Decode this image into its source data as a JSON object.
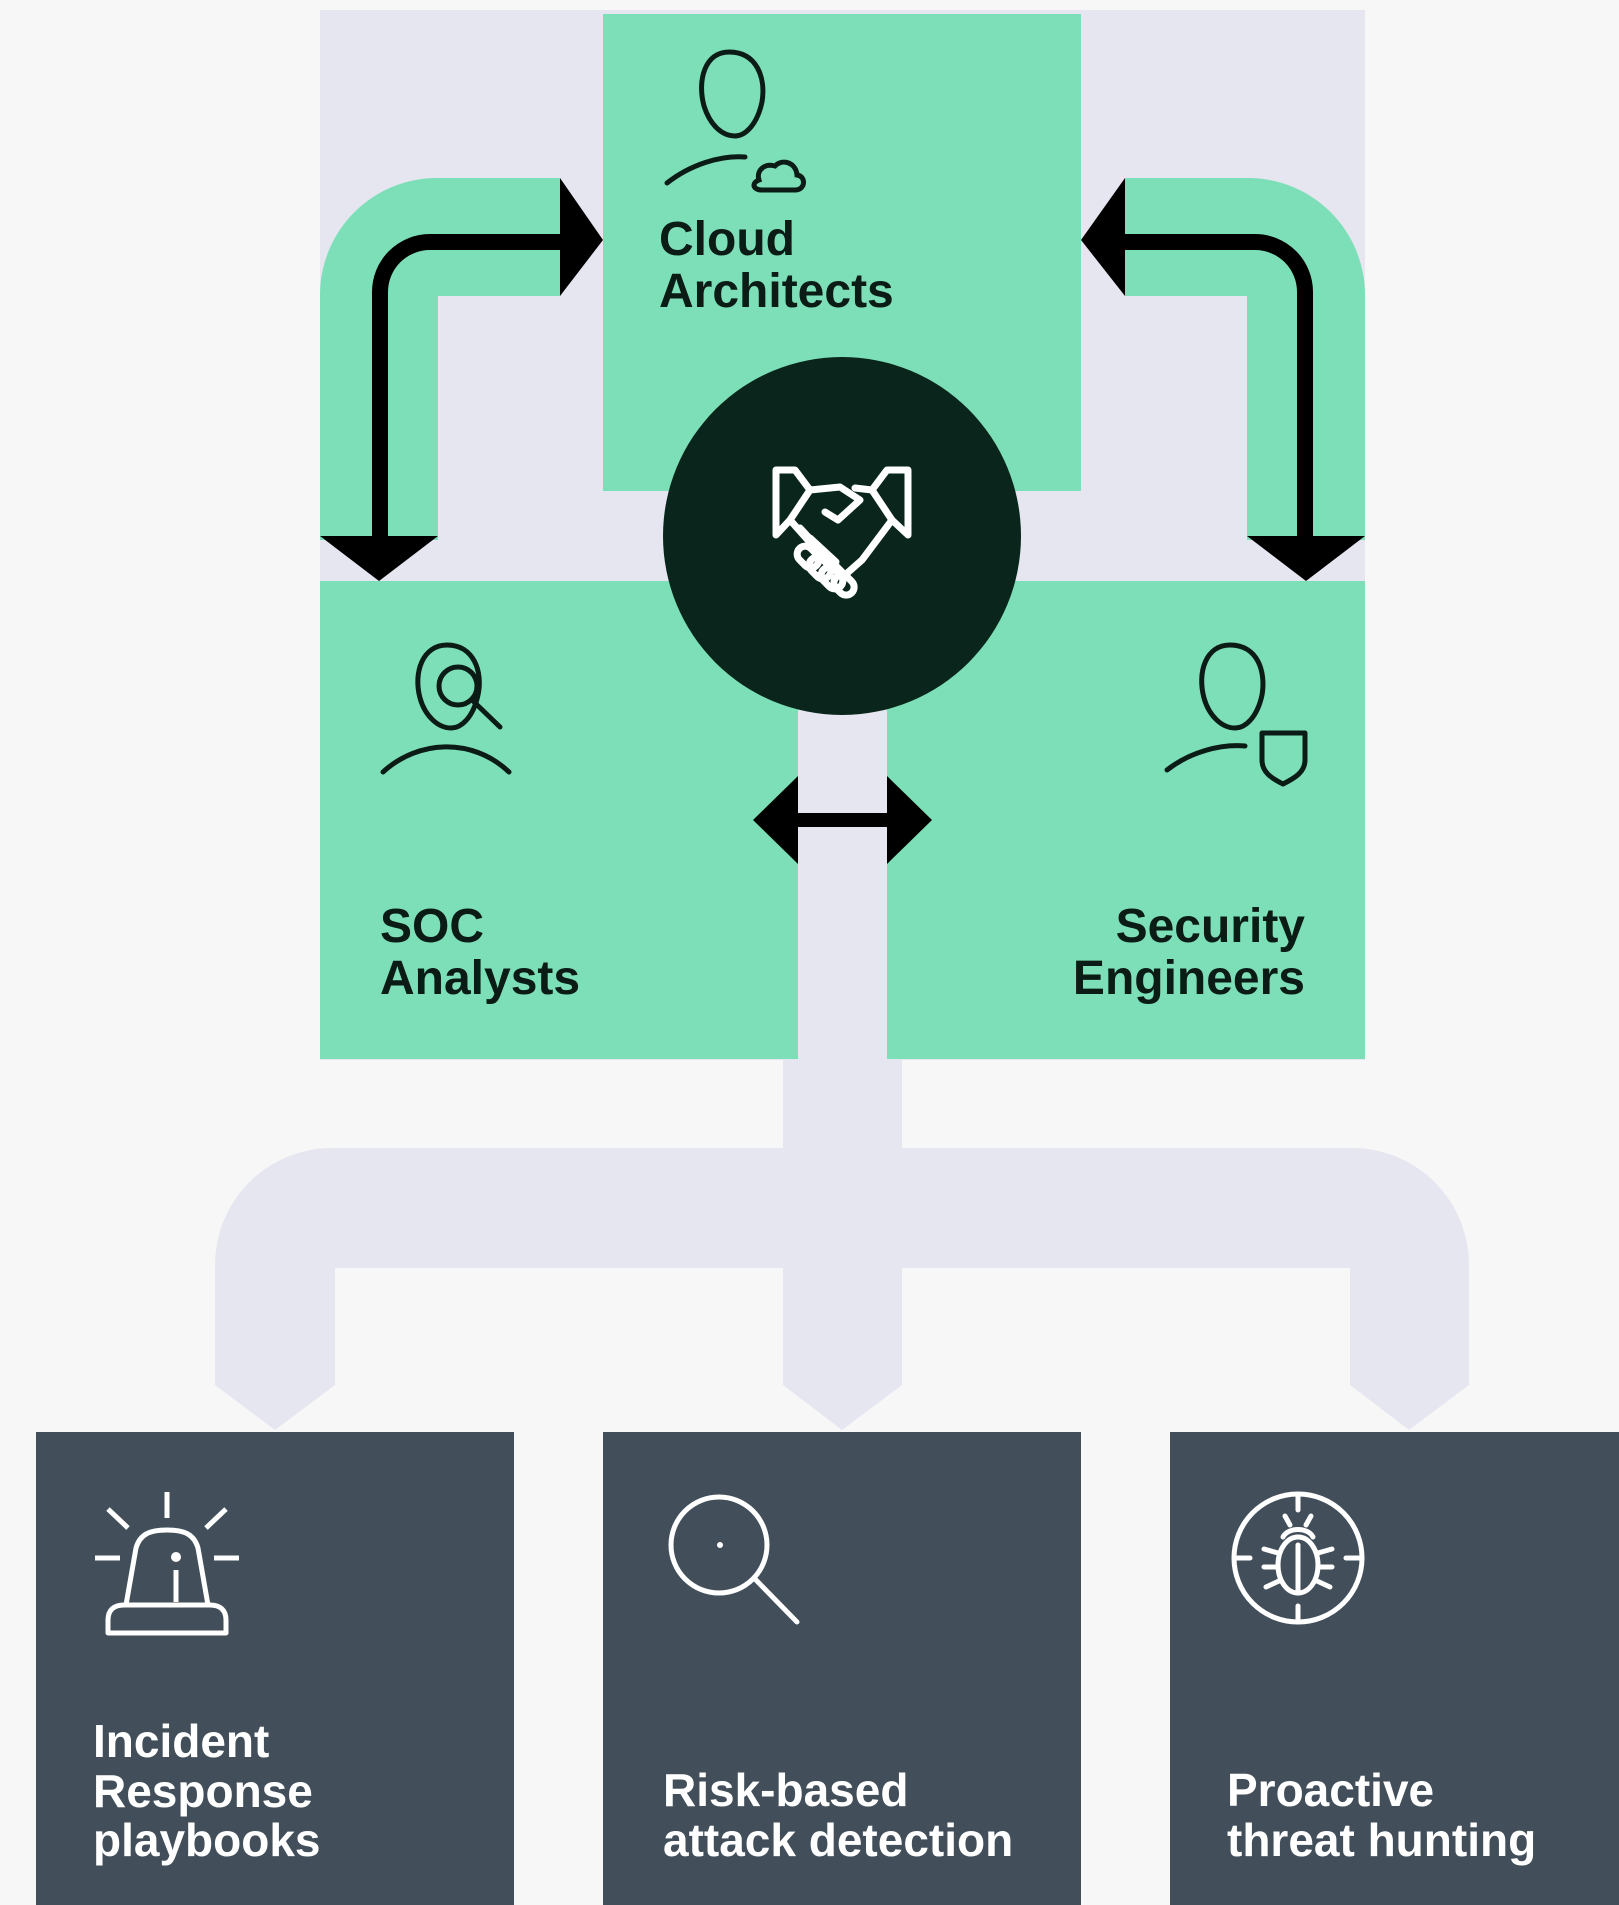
{
  "roles": {
    "cloud": {
      "lines": [
        "Cloud",
        "Architects"
      ]
    },
    "soc": {
      "lines": [
        "SOC",
        "Analysts"
      ]
    },
    "security": {
      "lines": [
        "Security",
        "Engineers"
      ]
    }
  },
  "outcomes": {
    "incident": {
      "lines": [
        "Incident",
        "Response",
        "playbooks"
      ]
    },
    "risk": {
      "lines": [
        "Risk-based",
        "attack detection"
      ]
    },
    "hunting": {
      "lines": [
        "Proactive",
        "threat hunting"
      ]
    }
  },
  "center_icon": "handshake-icon",
  "colors": {
    "background": "#f7f7f8",
    "lavender": "#e6e6f0",
    "mint": "#7ddfb8",
    "dark_circle": "#0a261c",
    "slate": "#424f5a",
    "arrow": "#000000"
  }
}
